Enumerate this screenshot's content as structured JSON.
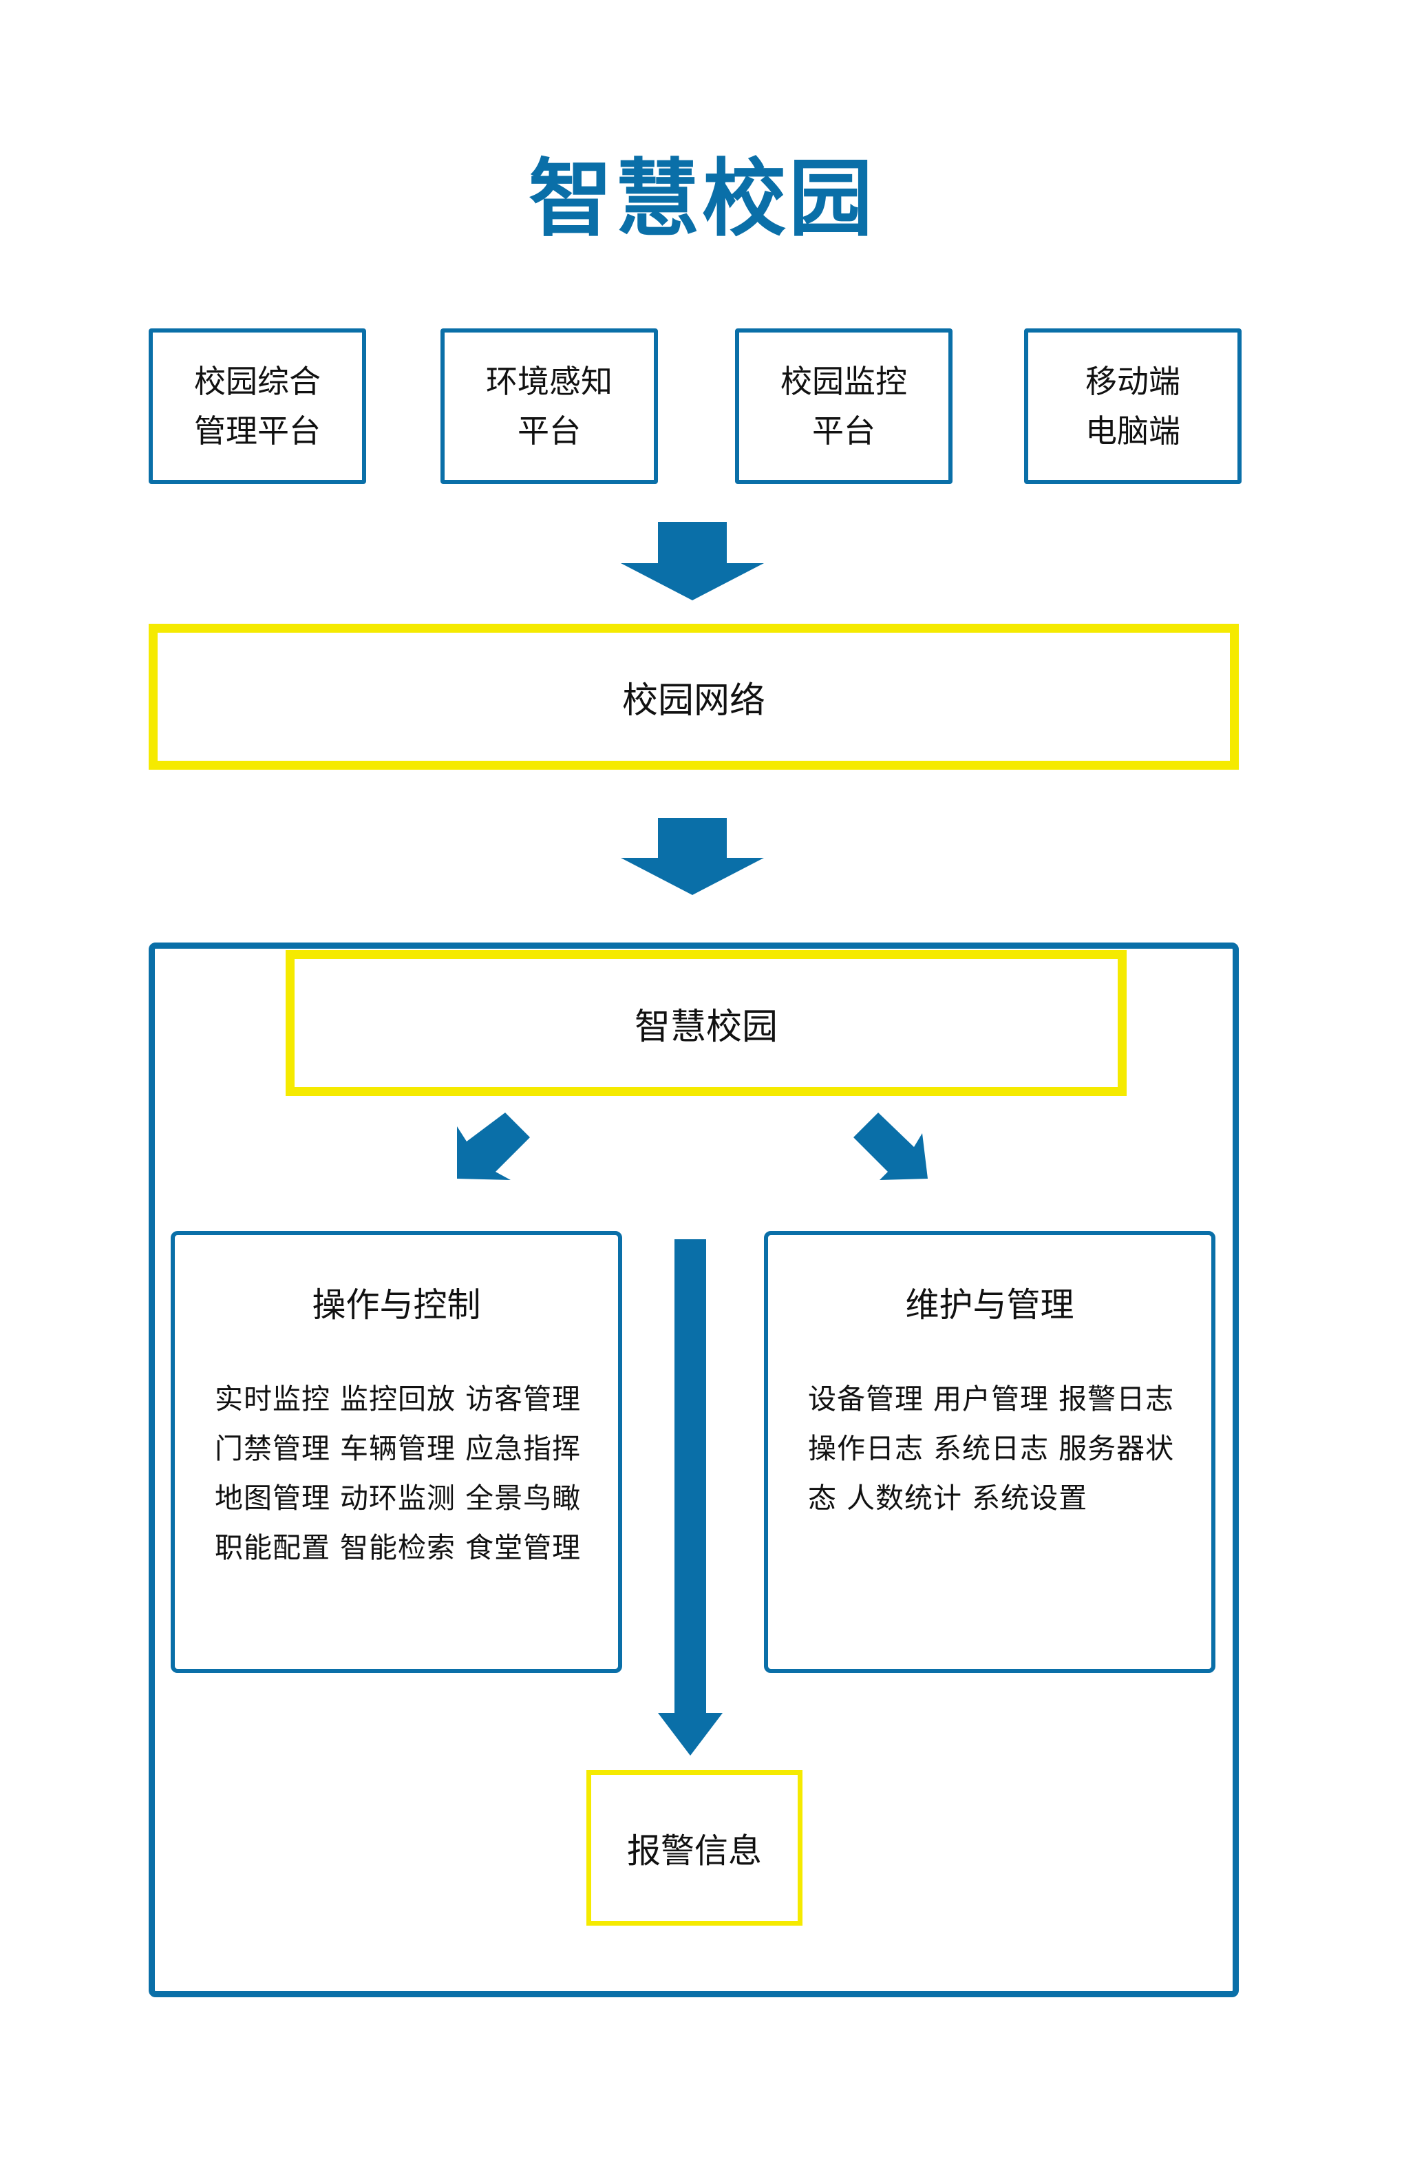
{
  "title": "智慧校园",
  "top_platforms": [
    {
      "label": "校园综合\n管理平台"
    },
    {
      "label": "环境感知\n平台"
    },
    {
      "label": "校园监控\n平台"
    },
    {
      "label": "移动端\n电脑端"
    }
  ],
  "network": {
    "label": "校园网络"
  },
  "campus": {
    "label": "智慧校园",
    "left_panel": {
      "title": "操作与控制",
      "items": "实时监控  监控回放  访客管理\n门禁管理  车辆管理  应急指挥\n地图管理  动环监测  全景鸟瞰\n职能配置  智能检索  食堂管理"
    },
    "right_panel": {
      "title": "维护与管理",
      "items": "设备管理  用户管理  报警日志\n操作日志  系统日志  服务器状\n态  人数统计  系统设置"
    },
    "alarm": {
      "label": "报警信息"
    }
  },
  "colors": {
    "primary_blue": "#0a6fa8",
    "highlight_yellow": "#f5ea00"
  }
}
